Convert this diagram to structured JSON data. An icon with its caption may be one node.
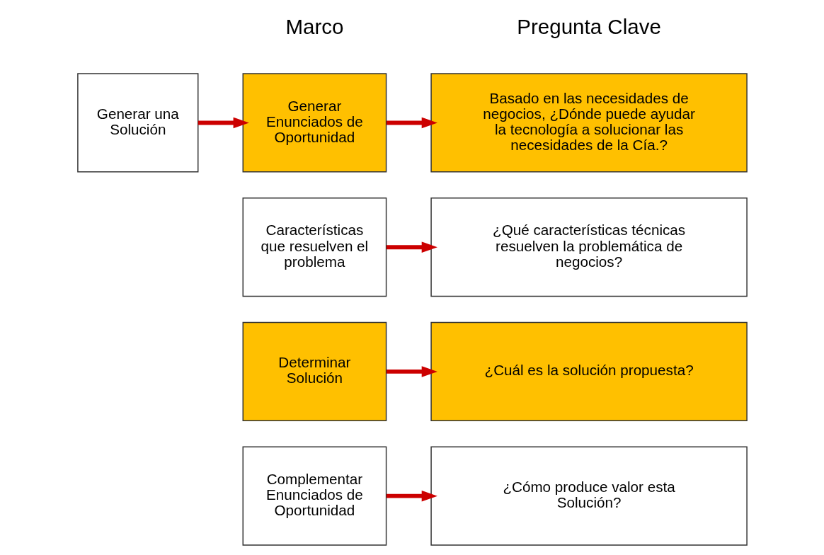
{
  "diagram": {
    "nodes": [
      {
        "text": [
          "Generar una Solución"
        ]
      },
      {
        "text": [
          "Generar Enunciados de Oportunidad"
        ]
      },
      {
        "text": [
          "Basado en las necesidades de negocios, ¿Dónde puede ayudar la tecnología a solucionar las necesidades de la Cía.?"
        ]
      },
      {
        "text": [
          "Características que resuelven el problema"
        ]
      },
      {
        "text": [
          "¿Qué características técnicas resuelven la problemática de negocios?"
        ]
      },
      {
        "text": [
          "Determinar Solución"
        ]
      },
      {
        "text": [
          "¿Cuál es la solución propuesta?"
        ]
      },
      {
        "text": [
          "Complementar Enunciados de Oportunidad"
        ]
      },
      {
        "text": [
          "¿Cómo produce valor esta Solución?"
        ]
      }
    ],
    "edges": [
      {
        "from": 0,
        "to": 1,
        "arrow": "to"
      },
      {
        "from": 1,
        "to": 2,
        "arrow": "to"
      },
      {
        "from": 3,
        "to": 4,
        "arrow": "to"
      },
      {
        "from": 5,
        "to": 6,
        "arrow": "to"
      },
      {
        "from": 7,
        "to": 8,
        "arrow": "to"
      }
    ],
    "labels": [
      "Marco",
      "Pregunta Clave"
    ]
  }
}
